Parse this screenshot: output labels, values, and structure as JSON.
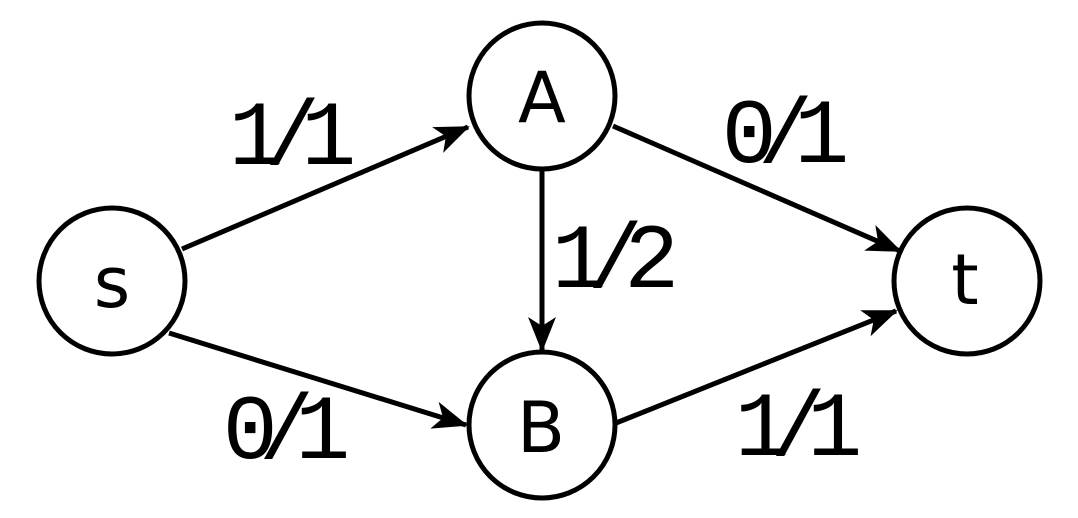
{
  "diagram": {
    "type": "flow-network",
    "colors": {
      "stroke": "#000000",
      "background": "#ffffff",
      "text": "#000000"
    },
    "nodes": [
      {
        "id": "s",
        "label": "s"
      },
      {
        "id": "A",
        "label": "A"
      },
      {
        "id": "B",
        "label": "B"
      },
      {
        "id": "t",
        "label": "t"
      }
    ],
    "edges": [
      {
        "from": "s",
        "to": "A",
        "label": "1/1"
      },
      {
        "from": "s",
        "to": "B",
        "label": "0/1"
      },
      {
        "from": "A",
        "to": "B",
        "label": "1/2"
      },
      {
        "from": "A",
        "to": "t",
        "label": "0/1"
      },
      {
        "from": "B",
        "to": "t",
        "label": "1/1"
      }
    ]
  }
}
